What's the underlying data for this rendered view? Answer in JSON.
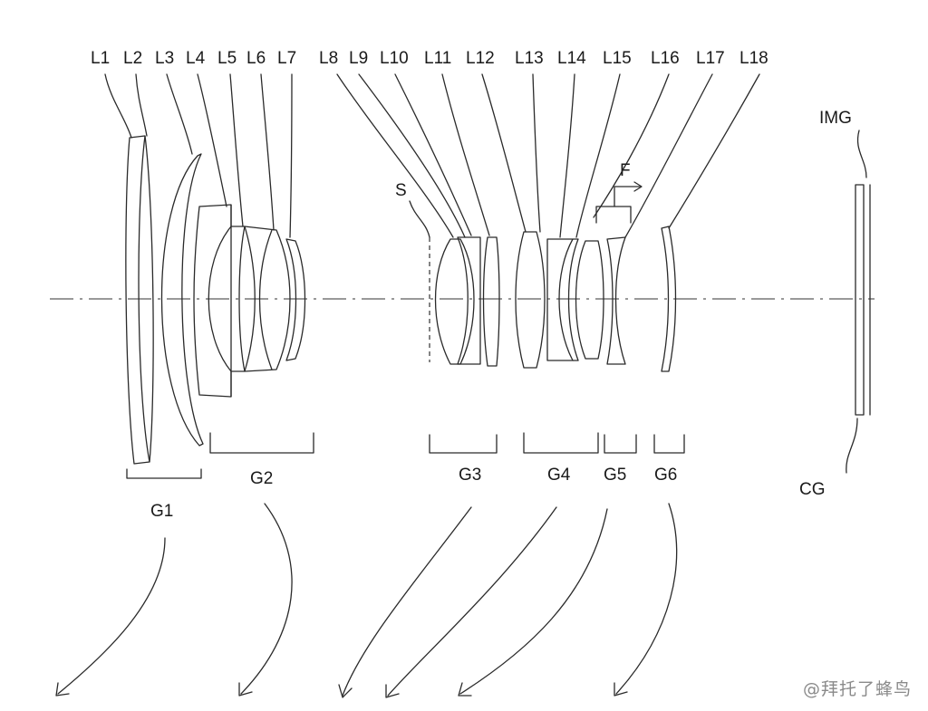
{
  "lens_labels": [
    "L1",
    "L2",
    "L3",
    "L4",
    "L5",
    "L6",
    "L7",
    "L8",
    "L9",
    "L10",
    "L11",
    "L12",
    "L13",
    "L14",
    "L15",
    "L16",
    "L17",
    "L18"
  ],
  "group_labels": [
    "G1",
    "G2",
    "G3",
    "G4",
    "G5",
    "G6"
  ],
  "stop_label": "S",
  "focus_label": "F",
  "image_label": "IMG",
  "cover_glass_label": "CG",
  "watermark": "@拜托了蜂鸟",
  "colors": {
    "line": "#2a2a2a",
    "background": "#ffffff",
    "watermark": "#8a8a8a"
  }
}
